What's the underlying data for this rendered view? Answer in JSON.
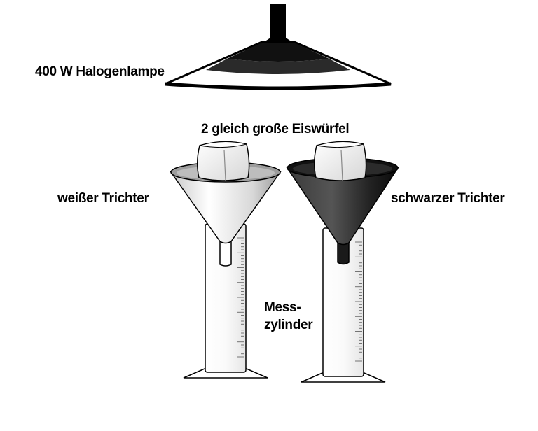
{
  "labels": {
    "lamp": "400 W Halogenlampe",
    "ice_cubes": "2 gleich große Eiswürfel",
    "white_funnel": "weißer Trichter",
    "black_funnel": "schwarzer Trichter",
    "cylinder_line1": "Mess-",
    "cylinder_line2": "zylinder"
  },
  "colors": {
    "outline": "#000000",
    "white_funnel": "#ffffff",
    "black_funnel": "#1a1a1a",
    "ice": "#f2f2f2"
  }
}
